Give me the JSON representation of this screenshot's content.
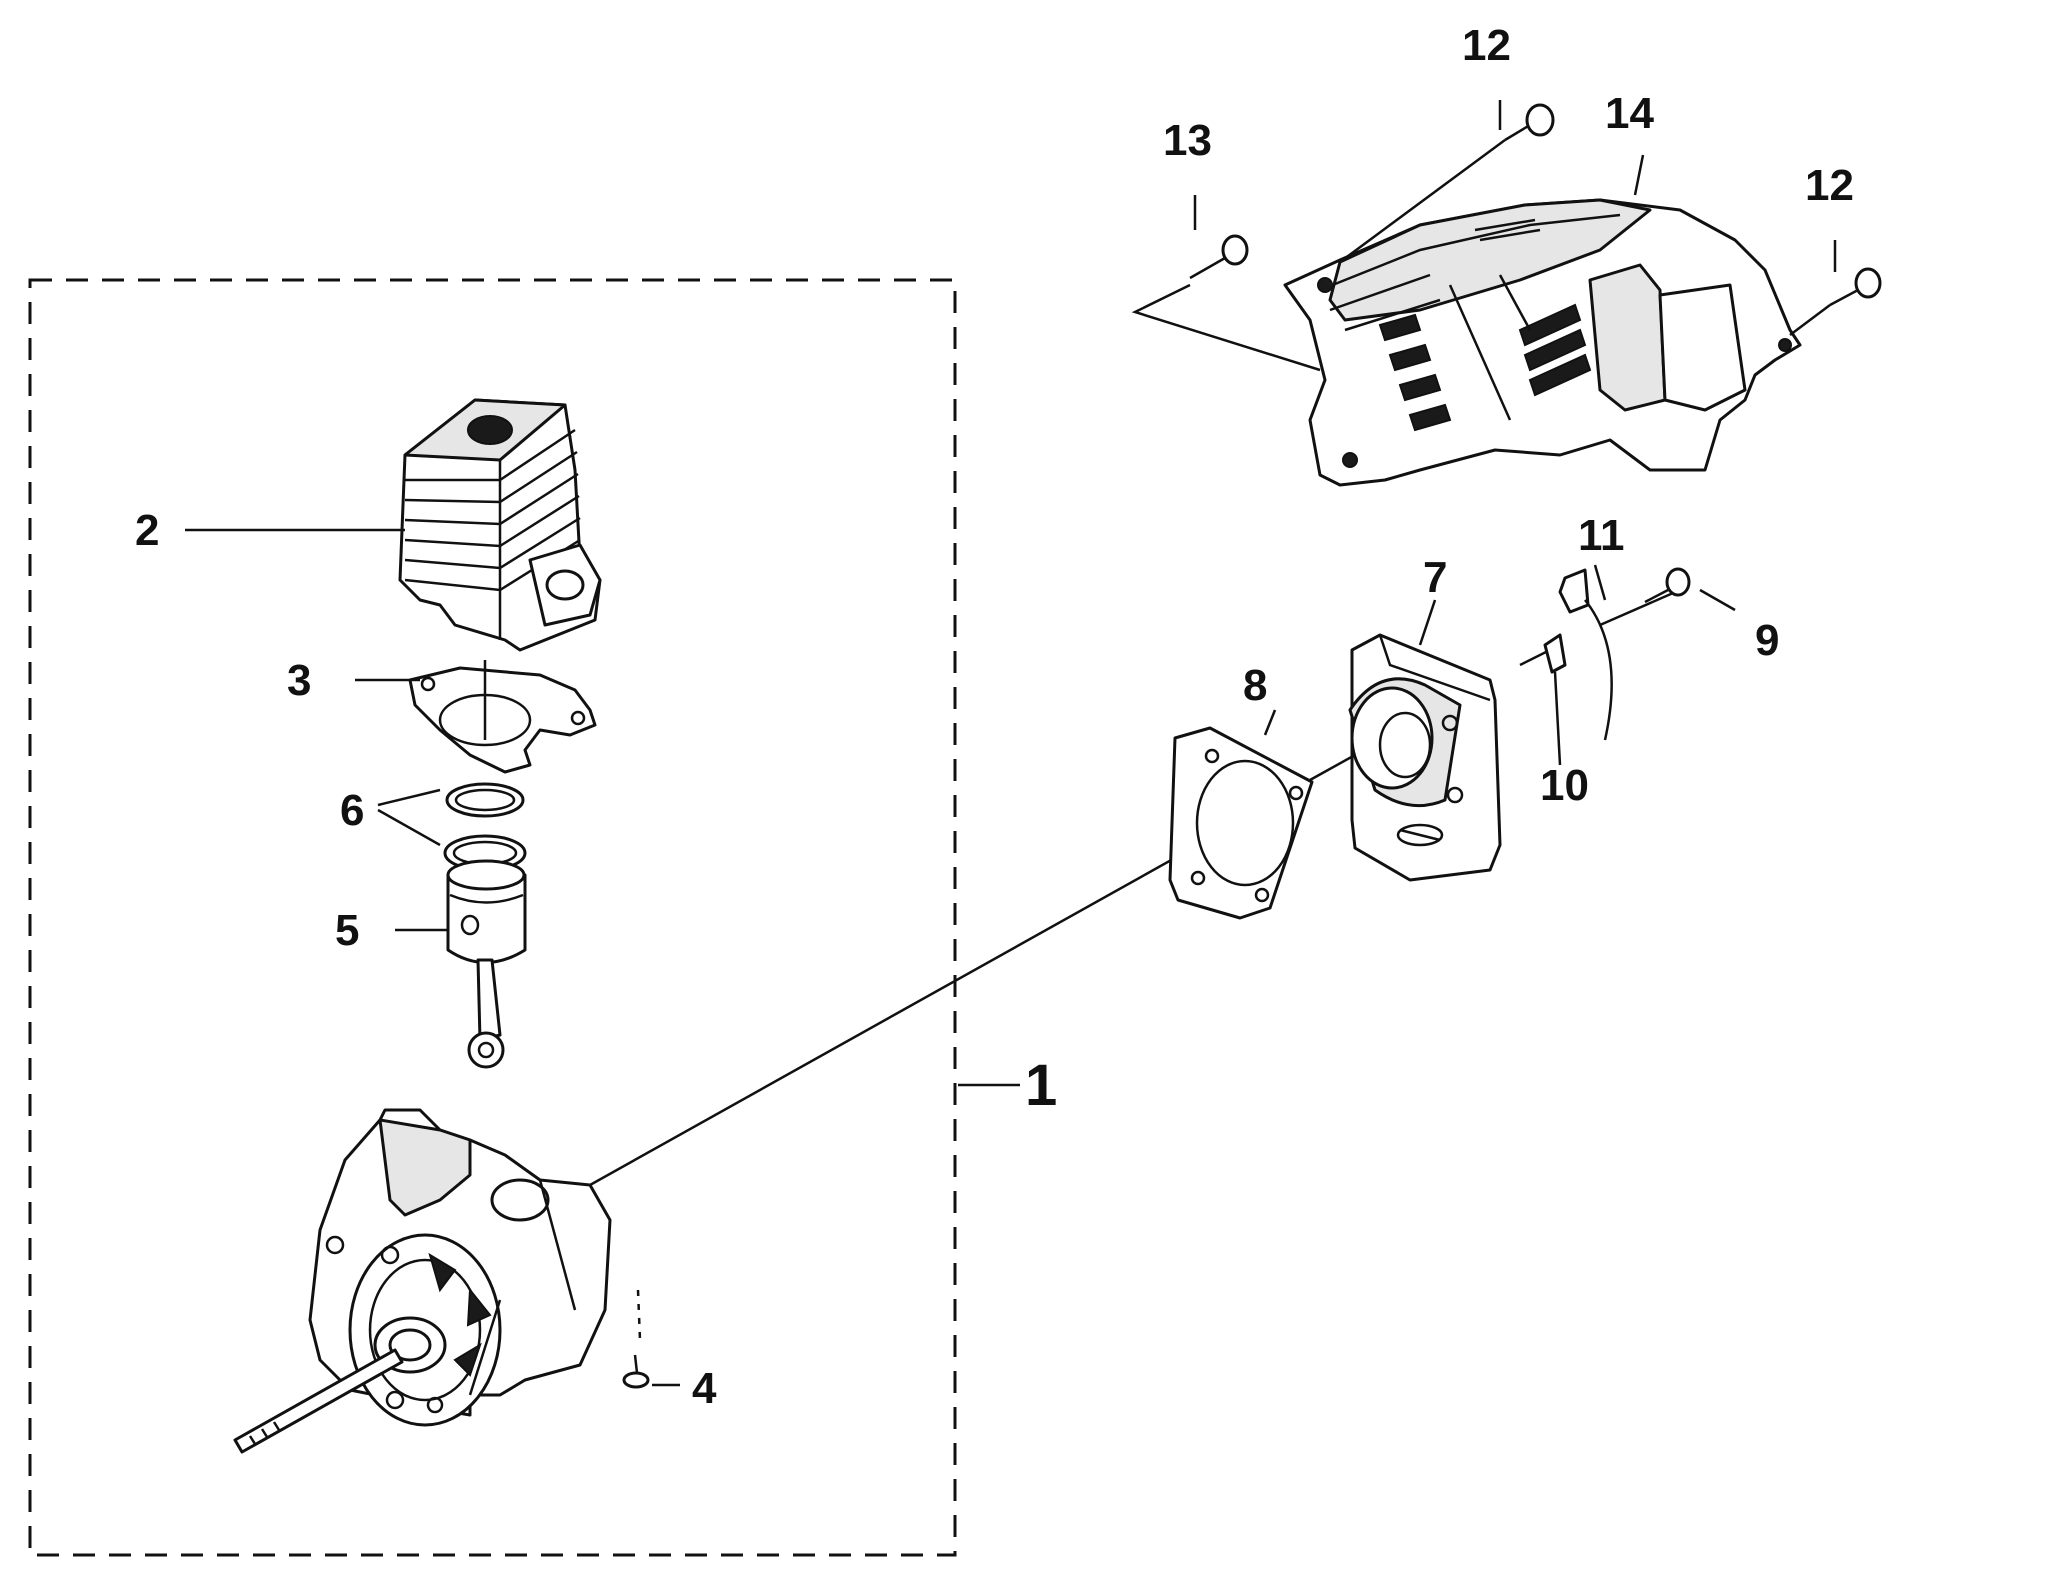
{
  "diagram": {
    "callouts": {
      "c1": "1",
      "c2": "2",
      "c3": "3",
      "c4": "4",
      "c5": "5",
      "c6": "6",
      "c7": "7",
      "c8": "8",
      "c9": "9",
      "c10": "10",
      "c11": "11",
      "c12a": "12",
      "c12b": "12",
      "c13": "13",
      "c14": "14"
    }
  }
}
